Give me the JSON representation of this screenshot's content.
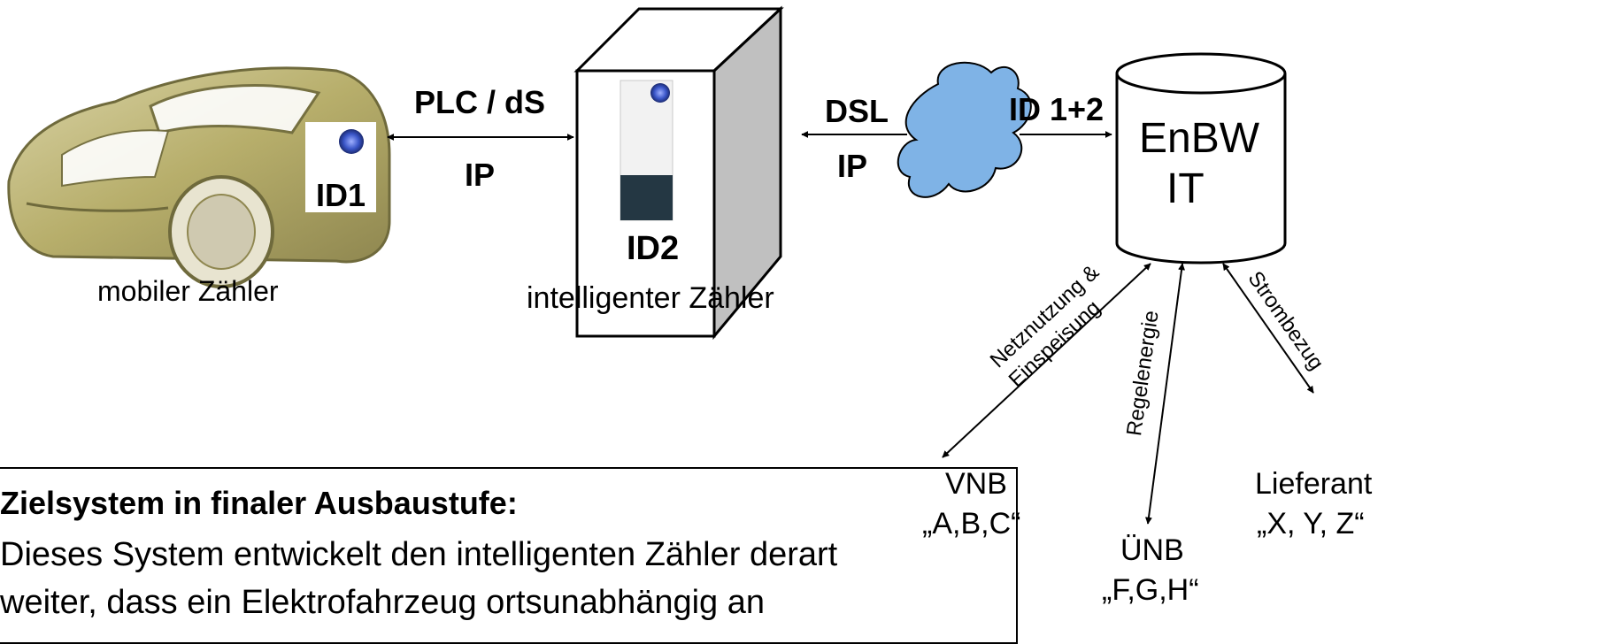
{
  "nodes": {
    "car": {
      "caption": "mobiler  Zähler",
      "id_label": "ID1"
    },
    "smart_meter": {
      "caption": "intelligenter Zähler",
      "id_label": "ID2"
    },
    "it_system": {
      "line1": "EnBW",
      "line2": "IT"
    }
  },
  "links": {
    "car_meter": {
      "top": "PLC / dS",
      "bottom": "IP"
    },
    "meter_cloud": {
      "top": "DSL",
      "bottom": "IP"
    },
    "cloud_it": {
      "top": "ID 1+2"
    },
    "vnb": {
      "line1": "Netznutzung &",
      "line2": "Einspeisung"
    },
    "uenb": {
      "label": "Regelenergie"
    },
    "supplier": {
      "label": "Strombezug"
    }
  },
  "parties": {
    "vnb": {
      "name": "VNB",
      "codes": "„A,B,C“"
    },
    "uenb": {
      "name": "ÜNB",
      "codes": "„F,G,H“"
    },
    "supplier": {
      "name": "Lieferant",
      "codes": "„X, Y, Z“"
    }
  },
  "description": {
    "title": "Zielsystem in finaler Ausbaustufe:",
    "line1": "Dieses System entwickelt den intelligenten Zähler derart",
    "line2": "weiter, dass ein Elektrofahrzeug ortsunabhängig an"
  },
  "colors": {
    "cloud": "#7fb3e6",
    "car_body": "#c9c28f",
    "meter_display": "#3a56c8"
  }
}
